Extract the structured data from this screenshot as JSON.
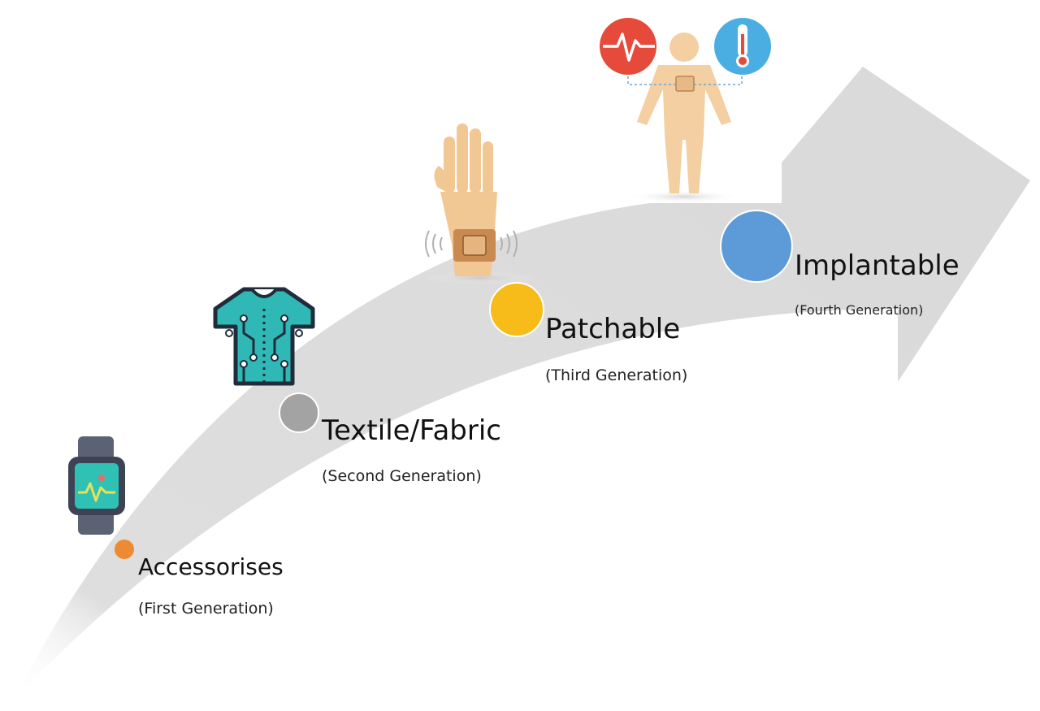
{
  "colors": {
    "arrow": "#dcdcdc",
    "first": "#ee8a33",
    "second": "#a3a3a3",
    "third": "#f7bb1a",
    "fourth": "#5d9bd8"
  },
  "stages": [
    {
      "title": "Accessorises",
      "subtitle": "(First Generation)",
      "icon": "smartwatch-icon"
    },
    {
      "title": "Textile/Fabric",
      "subtitle": "(Second Generation)",
      "icon": "smart-shirt-icon"
    },
    {
      "title": "Patchable",
      "subtitle": "(Third Generation)",
      "icon": "hand-patch-icon"
    },
    {
      "title": "Implantable",
      "subtitle": "(Fourth Generation)",
      "icon": "body-implant-icon"
    }
  ]
}
